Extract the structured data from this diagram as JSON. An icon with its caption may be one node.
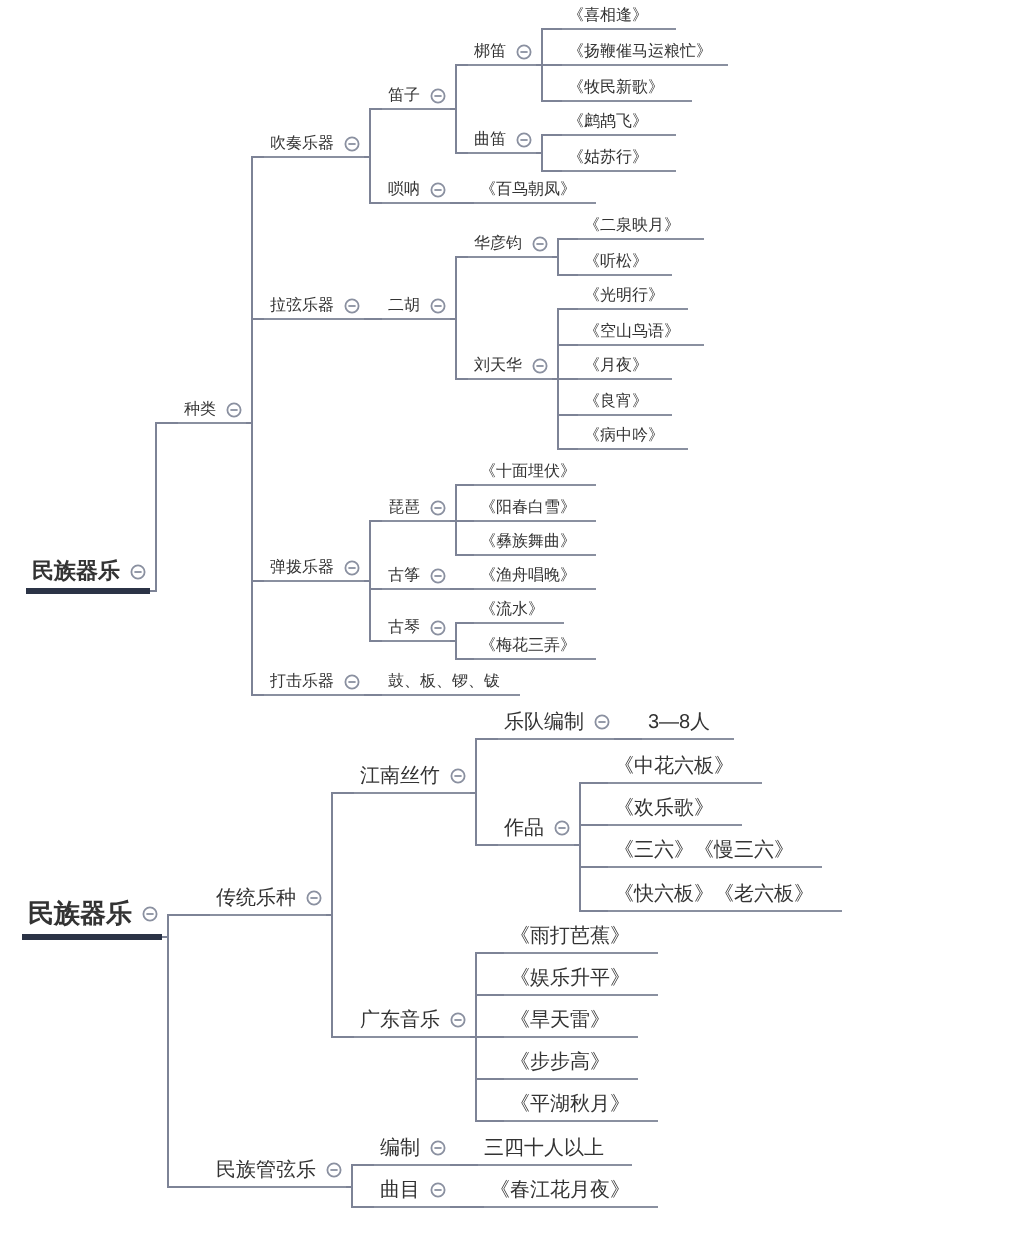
{
  "diagram": {
    "nodes": [
      {
        "text": [
          "民族器乐"
        ]
      },
      {
        "text": [
          "种类"
        ]
      },
      {
        "text": [
          "吹奏乐器"
        ]
      },
      {
        "text": [
          "笛子"
        ]
      },
      {
        "text": [
          "梆笛"
        ]
      },
      {
        "text": [
          "《喜相逢》"
        ]
      },
      {
        "text": [
          "《扬鞭催马运粮忙》"
        ]
      },
      {
        "text": [
          "《牧民新歌》"
        ]
      },
      {
        "text": [
          "曲笛"
        ]
      },
      {
        "text": [
          "《鹧鸪飞》"
        ]
      },
      {
        "text": [
          "《姑苏行》"
        ]
      },
      {
        "text": [
          "唢呐"
        ]
      },
      {
        "text": [
          "《百鸟朝凤》"
        ]
      },
      {
        "text": [
          "拉弦乐器"
        ]
      },
      {
        "text": [
          "二胡"
        ]
      },
      {
        "text": [
          "华彦钧"
        ]
      },
      {
        "text": [
          "《二泉映月》"
        ]
      },
      {
        "text": [
          "《听松》"
        ]
      },
      {
        "text": [
          "刘天华"
        ]
      },
      {
        "text": [
          "《光明行》"
        ]
      },
      {
        "text": [
          "《空山鸟语》"
        ]
      },
      {
        "text": [
          "《月夜》"
        ]
      },
      {
        "text": [
          "《良宵》"
        ]
      },
      {
        "text": [
          "《病中吟》"
        ]
      },
      {
        "text": [
          "弹拨乐器"
        ]
      },
      {
        "text": [
          "琵琶"
        ]
      },
      {
        "text": [
          "《十面埋伏》"
        ]
      },
      {
        "text": [
          "《阳春白雪》"
        ]
      },
      {
        "text": [
          "《彝族舞曲》"
        ]
      },
      {
        "text": [
          "古筝"
        ]
      },
      {
        "text": [
          "《渔舟唱晚》"
        ]
      },
      {
        "text": [
          "古琴"
        ]
      },
      {
        "text": [
          "《流水》"
        ]
      },
      {
        "text": [
          "《梅花三弄》"
        ]
      },
      {
        "text": [
          "打击乐器"
        ]
      },
      {
        "text": [
          "鼓、板、锣、钹"
        ]
      },
      {
        "text": [
          "民族器乐"
        ]
      },
      {
        "text": [
          "传统乐种"
        ]
      },
      {
        "text": [
          "江南丝竹"
        ]
      },
      {
        "text": [
          "乐队编制"
        ]
      },
      {
        "text": [
          "3—8人"
        ]
      },
      {
        "text": [
          "作品"
        ]
      },
      {
        "text": [
          "《中花六板》"
        ]
      },
      {
        "text": [
          "《欢乐歌》"
        ]
      },
      {
        "text": [
          "《三六》《慢三六》"
        ]
      },
      {
        "text": [
          "《快六板》《老六板》"
        ]
      },
      {
        "text": [
          "广东音乐"
        ]
      },
      {
        "text": [
          "《雨打芭蕉》"
        ]
      },
      {
        "text": [
          "《娱乐升平》"
        ]
      },
      {
        "text": [
          "《旱天雷》"
        ]
      },
      {
        "text": [
          "《步步高》"
        ]
      },
      {
        "text": [
          "《平湖秋月》"
        ]
      },
      {
        "text": [
          "民族管弦乐"
        ]
      },
      {
        "text": [
          "编制"
        ]
      },
      {
        "text": [
          "三四十人以上"
        ]
      },
      {
        "text": [
          "曲目"
        ]
      },
      {
        "text": [
          "《春江花月夜》"
        ]
      }
    ],
    "edges": [
      {
        "from": 0,
        "to": 1,
        "arrow": "none"
      },
      {
        "from": 1,
        "to": 2,
        "arrow": "none"
      },
      {
        "from": 2,
        "to": 3,
        "arrow": "none"
      },
      {
        "from": 3,
        "to": 4,
        "arrow": "none"
      },
      {
        "from": 4,
        "to": 5,
        "arrow": "none"
      },
      {
        "from": 4,
        "to": 6,
        "arrow": "none"
      },
      {
        "from": 4,
        "to": 7,
        "arrow": "none"
      },
      {
        "from": 3,
        "to": 8,
        "arrow": "none"
      },
      {
        "from": 8,
        "to": 9,
        "arrow": "none"
      },
      {
        "from": 8,
        "to": 10,
        "arrow": "none"
      },
      {
        "from": 2,
        "to": 11,
        "arrow": "none"
      },
      {
        "from": 11,
        "to": 12,
        "arrow": "none"
      },
      {
        "from": 1,
        "to": 13,
        "arrow": "none"
      },
      {
        "from": 13,
        "to": 14,
        "arrow": "none"
      },
      {
        "from": 14,
        "to": 15,
        "arrow": "none"
      },
      {
        "from": 15,
        "to": 16,
        "arrow": "none"
      },
      {
        "from": 15,
        "to": 17,
        "arrow": "none"
      },
      {
        "from": 14,
        "to": 18,
        "arrow": "none"
      },
      {
        "from": 18,
        "to": 19,
        "arrow": "none"
      },
      {
        "from": 18,
        "to": 20,
        "arrow": "none"
      },
      {
        "from": 18,
        "to": 21,
        "arrow": "none"
      },
      {
        "from": 18,
        "to": 22,
        "arrow": "none"
      },
      {
        "from": 18,
        "to": 23,
        "arrow": "none"
      },
      {
        "from": 1,
        "to": 24,
        "arrow": "none"
      },
      {
        "from": 24,
        "to": 25,
        "arrow": "none"
      },
      {
        "from": 25,
        "to": 26,
        "arrow": "none"
      },
      {
        "from": 25,
        "to": 27,
        "arrow": "none"
      },
      {
        "from": 25,
        "to": 28,
        "arrow": "none"
      },
      {
        "from": 24,
        "to": 29,
        "arrow": "none"
      },
      {
        "from": 29,
        "to": 30,
        "arrow": "none"
      },
      {
        "from": 24,
        "to": 31,
        "arrow": "none"
      },
      {
        "from": 31,
        "to": 32,
        "arrow": "none"
      },
      {
        "from": 31,
        "to": 33,
        "arrow": "none"
      },
      {
        "from": 1,
        "to": 34,
        "arrow": "none"
      },
      {
        "from": 34,
        "to": 35,
        "arrow": "none"
      },
      {
        "from": 36,
        "to": 37,
        "arrow": "none"
      },
      {
        "from": 37,
        "to": 38,
        "arrow": "none"
      },
      {
        "from": 38,
        "to": 39,
        "arrow": "none"
      },
      {
        "from": 39,
        "to": 40,
        "arrow": "none"
      },
      {
        "from": 38,
        "to": 41,
        "arrow": "none"
      },
      {
        "from": 41,
        "to": 42,
        "arrow": "none"
      },
      {
        "from": 41,
        "to": 43,
        "arrow": "none"
      },
      {
        "from": 41,
        "to": 44,
        "arrow": "none"
      },
      {
        "from": 41,
        "to": 45,
        "arrow": "none"
      },
      {
        "from": 37,
        "to": 46,
        "arrow": "none"
      },
      {
        "from": 46,
        "to": 47,
        "arrow": "none"
      },
      {
        "from": 46,
        "to": 48,
        "arrow": "none"
      },
      {
        "from": 46,
        "to": 49,
        "arrow": "none"
      },
      {
        "from": 46,
        "to": 50,
        "arrow": "none"
      },
      {
        "from": 46,
        "to": 51,
        "arrow": "none"
      },
      {
        "from": 36,
        "to": 52,
        "arrow": "none"
      },
      {
        "from": 52,
        "to": 53,
        "arrow": "none"
      },
      {
        "from": 53,
        "to": 54,
        "arrow": "none"
      },
      {
        "from": 52,
        "to": 55,
        "arrow": "none"
      },
      {
        "from": 55,
        "to": 56,
        "arrow": "none"
      }
    ]
  }
}
